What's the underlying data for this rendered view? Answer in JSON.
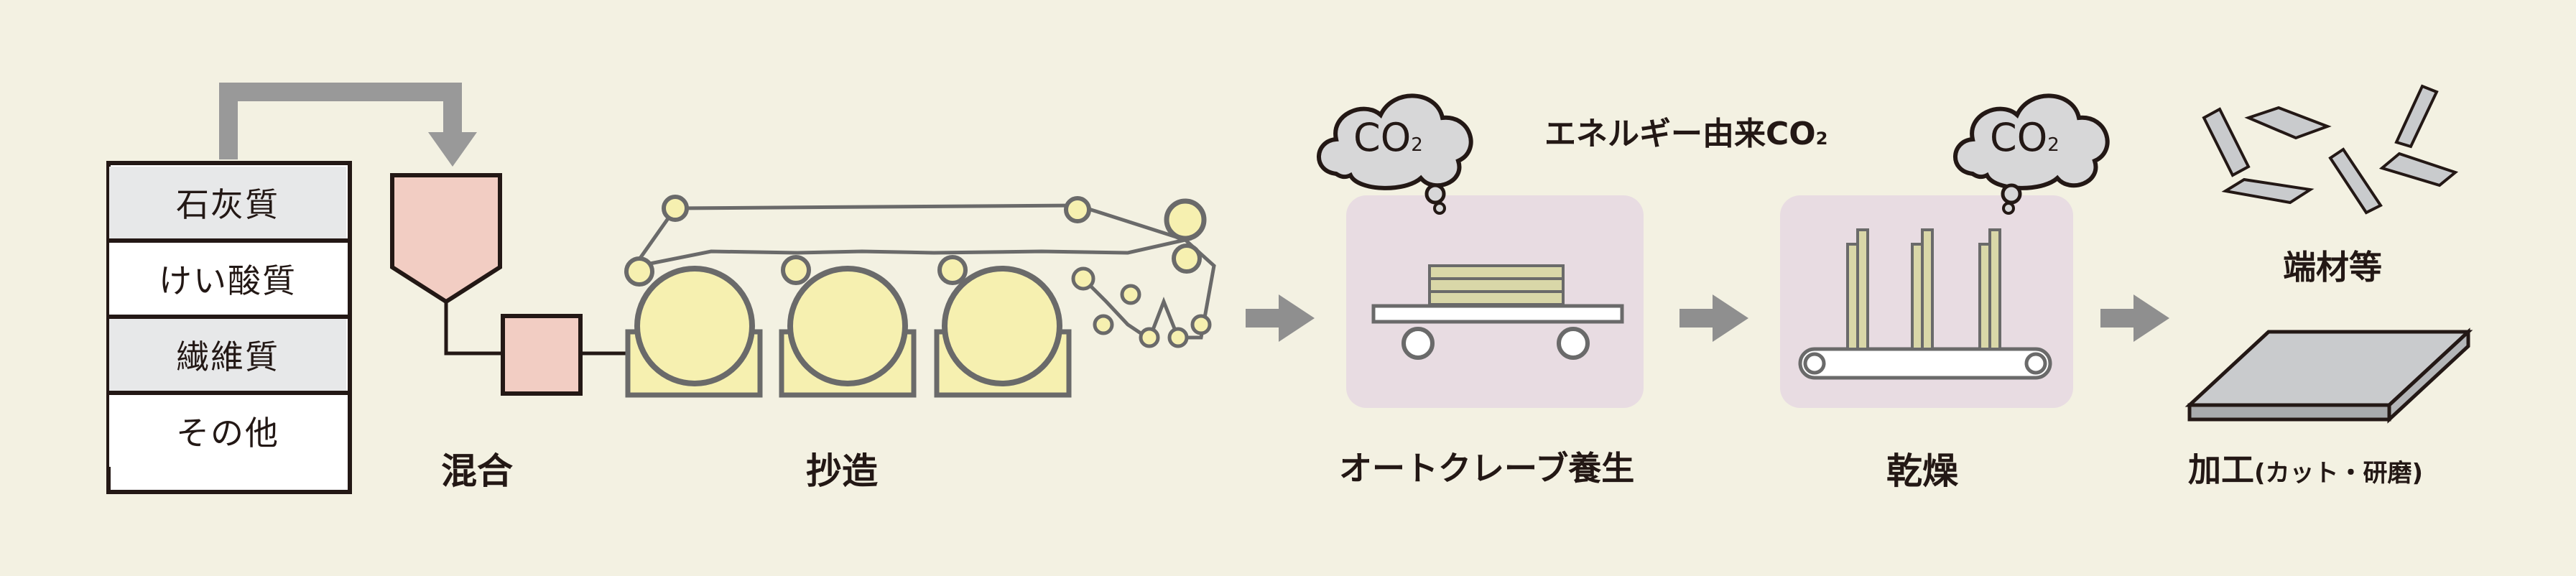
{
  "materials": [
    "石灰質",
    "けい酸質",
    "繊維質",
    "その他"
  ],
  "steps": {
    "mixing": "混合",
    "papermaking": "抄造",
    "autoclave": "オートクレーブ養生",
    "drying": "乾燥",
    "processing": "加工",
    "processing_note": "(カット・研磨)"
  },
  "energy_label": "エネルギー由来CO",
  "energy_label_sub": "2",
  "cloud_text": "CO",
  "cloud_sub": "2",
  "offcuts_label": "端材等",
  "colors": {
    "background": "#f3f1e2",
    "pink_box": "#f2cdc3",
    "roller": "#f6f0b0",
    "chamber": "#e8dce2",
    "arrow_gray": "#8f8f8f",
    "panel_gray": "#c9cbcd",
    "cloud": "#d7d7d8"
  }
}
